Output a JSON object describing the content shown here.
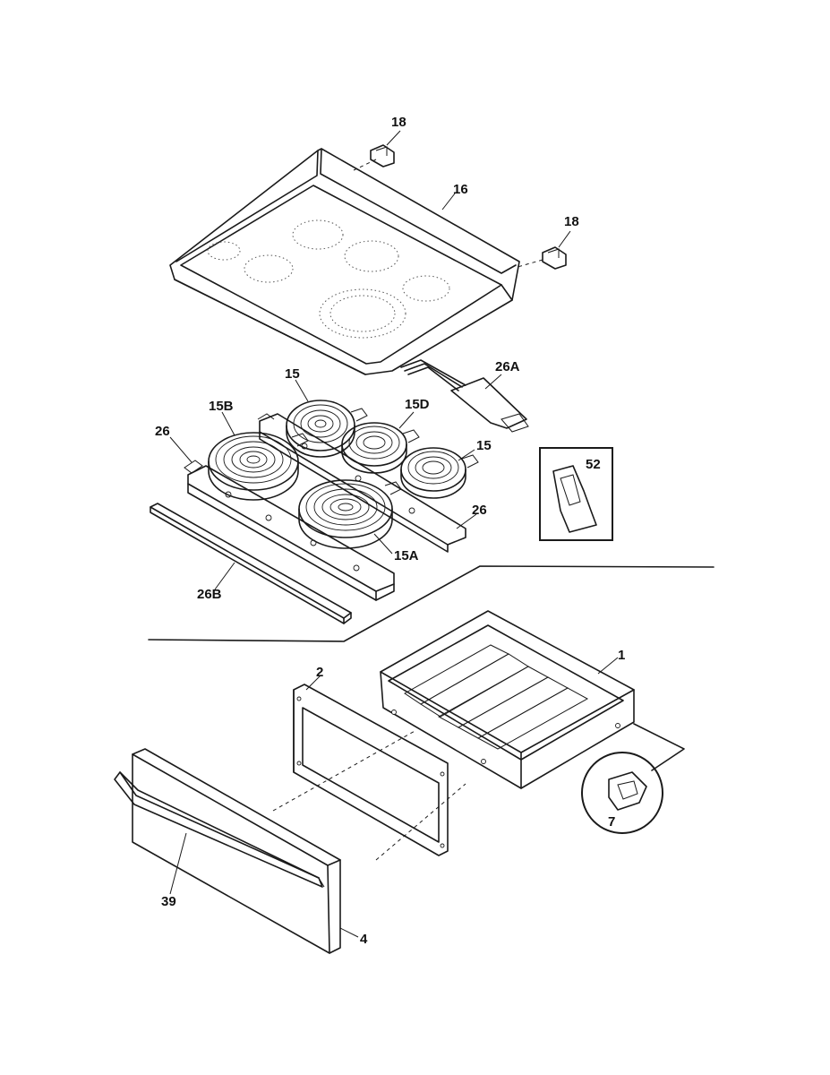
{
  "parts": [
    {
      "id": "p18a",
      "label": "18"
    },
    {
      "id": "p16",
      "label": "16"
    },
    {
      "id": "p18b",
      "label": "18"
    },
    {
      "id": "p26A",
      "label": "26A"
    },
    {
      "id": "p15a",
      "label": "15"
    },
    {
      "id": "p15B",
      "label": "15B"
    },
    {
      "id": "p15D",
      "label": "15D"
    },
    {
      "id": "p26a",
      "label": "26"
    },
    {
      "id": "p15b",
      "label": "15"
    },
    {
      "id": "p52",
      "label": "52"
    },
    {
      "id": "p26b",
      "label": "26"
    },
    {
      "id": "p15A",
      "label": "15A"
    },
    {
      "id": "p26B",
      "label": "26B"
    },
    {
      "id": "p2",
      "label": "2"
    },
    {
      "id": "p1",
      "label": "1"
    },
    {
      "id": "p7",
      "label": "7"
    },
    {
      "id": "p39",
      "label": "39"
    },
    {
      "id": "p4",
      "label": "4"
    }
  ]
}
